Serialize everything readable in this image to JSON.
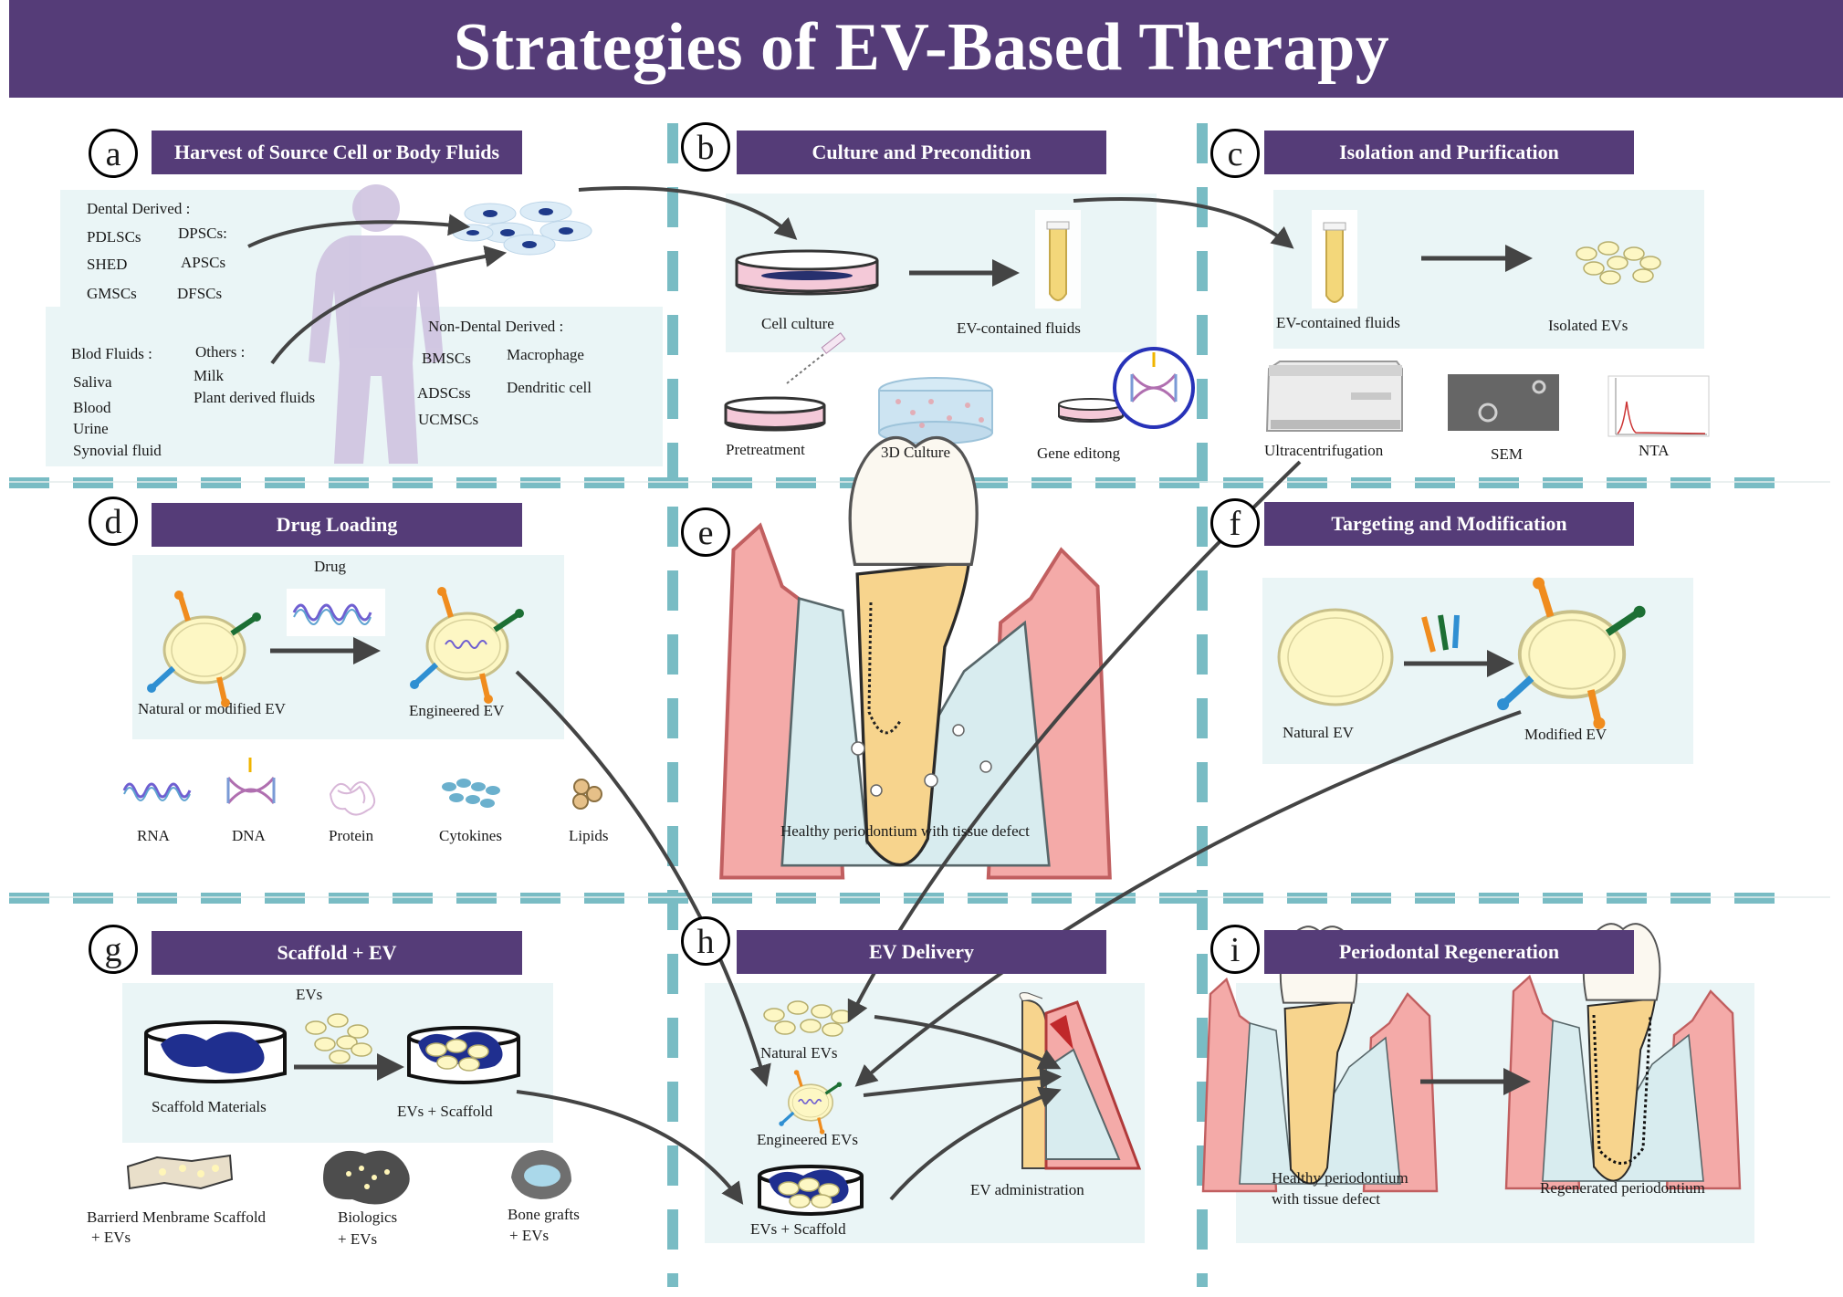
{
  "title": "Strategies of EV-Based Therapy",
  "colors": {
    "banner": "#553c78",
    "divider": "#79bcc4",
    "panel": "#eaf5f6",
    "vesicle": "#fdf7c4",
    "gum": "#f4aaa8",
    "bone": "#d8ecef",
    "scaffold": "#1f2f8f"
  },
  "panels": {
    "a": {
      "letter": "a",
      "header": "Harvest of Source Cell or Body Fluids",
      "dental_title": "Dental Derived :",
      "d1": "PDLSCs",
      "d2": "DPSCs:",
      "d3": "SHED",
      "d4": "APSCs",
      "d5": "GMSCs",
      "d6": "DFSCs",
      "fluids_title": "Blod Fluids :",
      "f1": "Saliva",
      "f2": "Blood",
      "f3": "Urine",
      "f4": "Synovial fluid",
      "others_title": "Others :",
      "o1": "Milk",
      "o2": "Plant derived fluids",
      "nondental_title": "Non-Dental Derived :",
      "n1": "BMSCs",
      "n2": "Macrophage",
      "n3": "ADSCss",
      "n4": "Dendritic cell",
      "n5": "UCMSCs",
      "icons": [
        "human-silhouette",
        "cell-cluster"
      ]
    },
    "b": {
      "letter": "b",
      "header": "Culture and Precondition",
      "cell_culture": "Cell culture",
      "ev_fluids": "EV-contained fluids",
      "pretreatment": "Pretreatment",
      "culture3d": "3D Culture",
      "gene_editing": "Gene editong"
    },
    "c": {
      "letter": "c",
      "header": "Isolation and Purification",
      "ev_fluids": "EV-contained fluids",
      "isolated": "Isolated EVs",
      "ultra": "Ultracentrifugation",
      "sem": "SEM",
      "nta": "NTA"
    },
    "d": {
      "letter": "d",
      "header": "Drug Loading",
      "drug": "Drug",
      "natural": "Natural or modified EV",
      "engineered": "Engineered EV",
      "rna": "RNA",
      "dna": "DNA",
      "protein": "Protein",
      "cytokines": "Cytokines",
      "lipids": "Lipids"
    },
    "e": {
      "letter": "e",
      "caption": "Healthy periodontium with tissue defect"
    },
    "f": {
      "letter": "f",
      "header": "Targeting and Modification",
      "natural": "Natural EV",
      "modified": "Modified EV"
    },
    "g": {
      "letter": "g",
      "header": "Scaffold + EV",
      "evs": "EVs",
      "materials": "Scaffold Materials",
      "evs_scaffold": "EVs + Scaffold",
      "membrane_1": "Barrierd Menbrame Scaffold",
      "membrane_2": "+ EVs",
      "biologics_1": "Biologics",
      "biologics_2": "+ EVs",
      "bone_1": "Bone grafts",
      "bone_2": "+ EVs"
    },
    "h": {
      "letter": "h",
      "header": "EV Delivery",
      "natural": "Natural EVs",
      "engineered": "Engineered EVs",
      "scaffold": "EVs + Scaffold",
      "administration": "EV administration"
    },
    "i": {
      "letter": "i",
      "header": "Periodontal Regeneration",
      "healthy_1": "Healthy periodontium",
      "healthy_2": "with tissue defect",
      "regenerated": "Regenerated periodontium"
    }
  }
}
